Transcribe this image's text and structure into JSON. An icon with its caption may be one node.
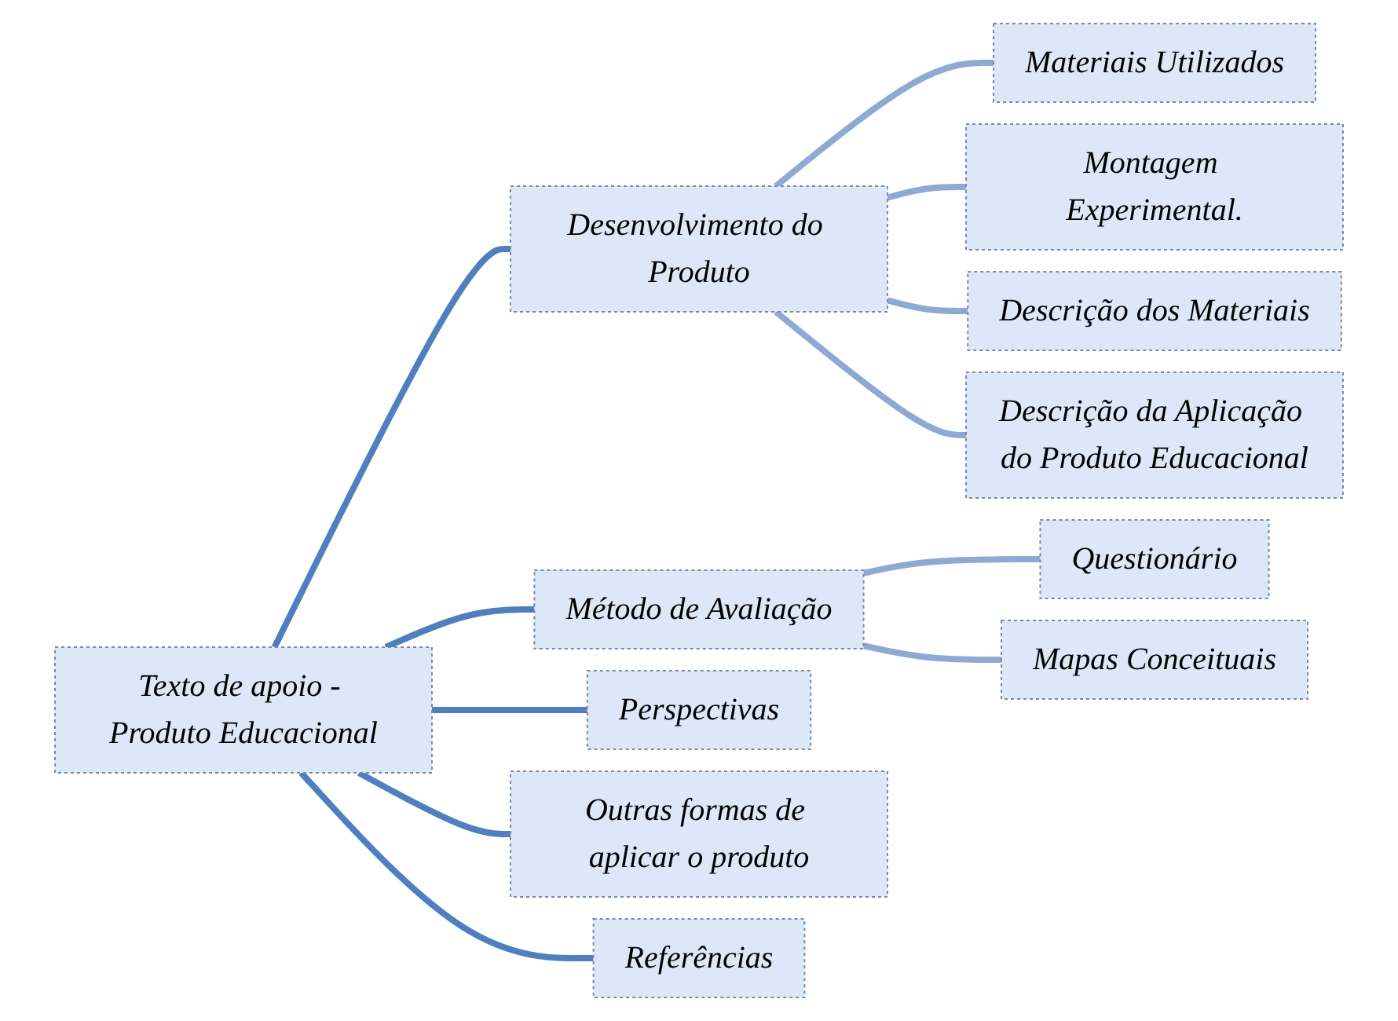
{
  "diagram": {
    "nodes": [
      {
        "text": [
          "Texto de apoio - Produto Educacional"
        ]
      },
      {
        "text": [
          "Desenvolvimento do Produto"
        ]
      },
      {
        "text": [
          "Materiais Utilizados"
        ]
      },
      {
        "text": [
          "Montagem Experimental."
        ]
      },
      {
        "text": [
          "Descrição dos Materiais"
        ]
      },
      {
        "text": [
          "Descrição da Aplicação do Produto Educacional"
        ]
      },
      {
        "text": [
          "Método de Avaliação"
        ]
      },
      {
        "text": [
          "Questionário"
        ]
      },
      {
        "text": [
          "Mapas Conceituais"
        ]
      },
      {
        "text": [
          "Perspectivas"
        ]
      },
      {
        "text": [
          "Outras formas de aplicar o produto"
        ]
      },
      {
        "text": [
          "Referências"
        ]
      }
    ],
    "edges": [
      {
        "from": 0,
        "to": 1,
        "arrow": "none"
      },
      {
        "from": 1,
        "to": 2,
        "arrow": "none",
        "color": "#8eaad4"
      },
      {
        "from": 1,
        "to": 3,
        "arrow": "none",
        "color": "#8eaad4"
      },
      {
        "from": 1,
        "to": 4,
        "arrow": "none",
        "color": "#8eaad4"
      },
      {
        "from": 1,
        "to": 5,
        "arrow": "none",
        "color": "#8eaad4"
      },
      {
        "from": 0,
        "to": 6,
        "arrow": "none"
      },
      {
        "from": 6,
        "to": 7,
        "arrow": "none",
        "color": "#8eaad4"
      },
      {
        "from": 6,
        "to": 8,
        "arrow": "none",
        "color": "#8eaad4"
      },
      {
        "from": 0,
        "to": 9,
        "arrow": "none"
      },
      {
        "from": 0,
        "to": 10,
        "arrow": "none"
      },
      {
        "from": 0,
        "to": 11,
        "arrow": "none"
      }
    ]
  }
}
